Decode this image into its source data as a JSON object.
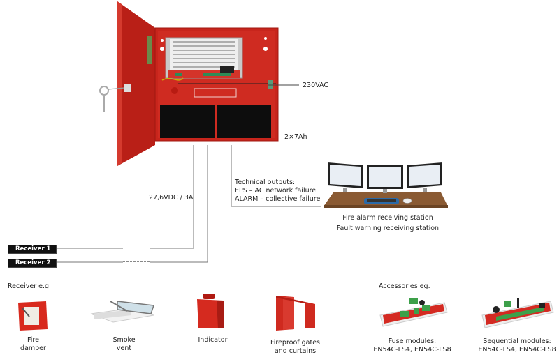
{
  "title": "Power supply connection diagram",
  "colors": {
    "enclosure_red": "#c8251c",
    "battery_black": "#0d0d0d",
    "desk_brown": "#8a5a33",
    "wire_gray": "#777777"
  },
  "psu": {
    "ac_label": "230VAC",
    "battery_label": "2×7Ah",
    "dc_output_label": "27,6VDC / 3A",
    "technical_outputs": {
      "heading": "Technical outputs:",
      "lines": [
        "EPS – AC network failure",
        "ALARM – collective failure"
      ]
    }
  },
  "station": {
    "lines": [
      "Fire alarm receiving station",
      "Fault warning receiving station"
    ]
  },
  "receivers": [
    {
      "label": "Receiver 1"
    },
    {
      "label": "Receiver 2"
    }
  ],
  "receiver_examples": {
    "heading": "Receiver e.g.",
    "items": [
      {
        "name": "fire-damper",
        "lines": [
          "Fire",
          "damper"
        ]
      },
      {
        "name": "smoke-vent",
        "lines": [
          "Smoke",
          "vent"
        ]
      },
      {
        "name": "indicator",
        "lines": [
          "Indicator"
        ]
      },
      {
        "name": "fireproof-gates",
        "lines": [
          "Fireproof gates",
          "and curtains"
        ]
      }
    ]
  },
  "accessories": {
    "heading": "Accessories eg.",
    "items": [
      {
        "name": "fuse-modules",
        "lines": [
          "Fuse modules:",
          "EN54C-LS4, EN54C-LS8"
        ]
      },
      {
        "name": "sequential-modules",
        "lines": [
          "Sequential modules:",
          "EN54C-LS4, EN54C-LS8"
        ]
      }
    ]
  }
}
